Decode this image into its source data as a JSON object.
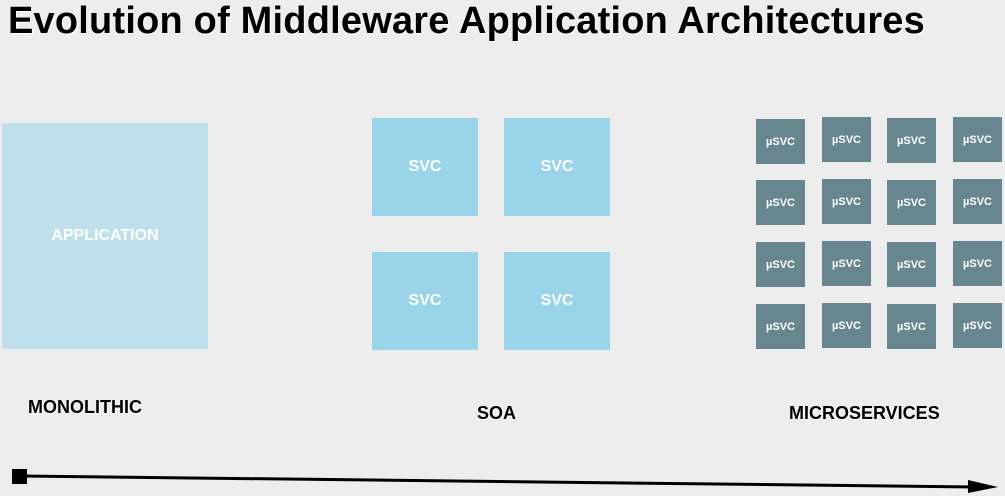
{
  "title": "Evolution of Middleware Application Architectures",
  "monolithic": {
    "box_label": "APPLICATION",
    "caption": "MONOLITHIC"
  },
  "soa": {
    "caption": "SOA",
    "services": [
      "SVC",
      "SVC",
      "SVC",
      "SVC"
    ]
  },
  "microservices": {
    "caption": "MICROSERVICES",
    "services": [
      "µSVC",
      "µSVC",
      "µSVC",
      "µSVC",
      "µSVC",
      "µSVC",
      "µSVC",
      "µSVC",
      "µSVC",
      "µSVC",
      "µSVC",
      "µSVC",
      "µSVC",
      "µSVC",
      "µSVC",
      "µSVC"
    ]
  },
  "colors": {
    "application": "#bfe0ea",
    "svc": "#9ad4e8",
    "usvc": "#68868f",
    "background": "#ededed"
  }
}
